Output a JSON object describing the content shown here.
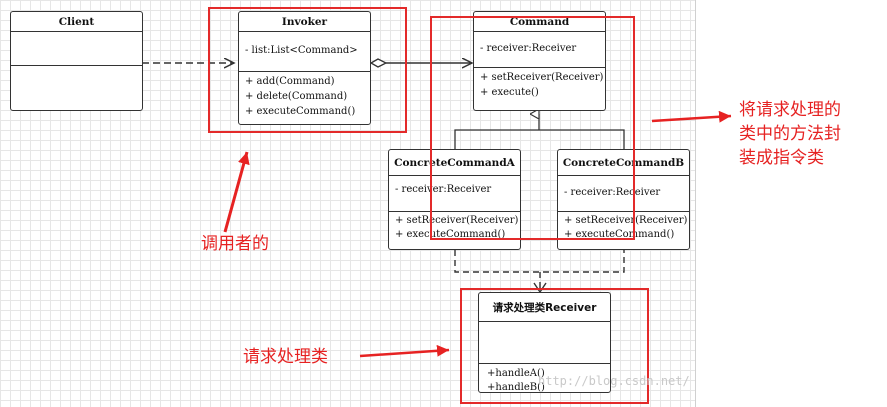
{
  "classes": {
    "client": {
      "name": "Client"
    },
    "invoker": {
      "name": "Invoker",
      "attributes": [
        "- list:List<Command>"
      ],
      "methods": [
        "+ add(Command)",
        "+ delete(Command)",
        "+ executeCommand()"
      ]
    },
    "command": {
      "name": "Command",
      "attributes": [
        "- receiver:Receiver"
      ],
      "methods": [
        "+ setReceiver(Receiver)",
        "+ execute()"
      ]
    },
    "concrete_a": {
      "name": "ConcreteCommandA",
      "attributes": [
        "- receiver:Receiver"
      ],
      "methods": [
        "+ setReceiver(Receiver)",
        "+ executeCommand()"
      ]
    },
    "concrete_b": {
      "name": "ConcreteCommandB",
      "attributes": [
        "- receiver:Receiver"
      ],
      "methods": [
        "+ setReceiver(Receiver)",
        "+ executeCommand()"
      ]
    },
    "receiver": {
      "name": "请求处理类Receiver",
      "methods": [
        "+handleA()",
        "+handleB()"
      ]
    }
  },
  "annotations": {
    "invoker_note": "调用者的",
    "command_note_lines": [
      "将请求处理的",
      "类中的方法封",
      "装成指令类"
    ],
    "receiver_note": "请求处理类"
  },
  "watermark": "http://blog.csdn.net/",
  "colors": {
    "highlight": "#e32a2a",
    "line": "#333333"
  }
}
